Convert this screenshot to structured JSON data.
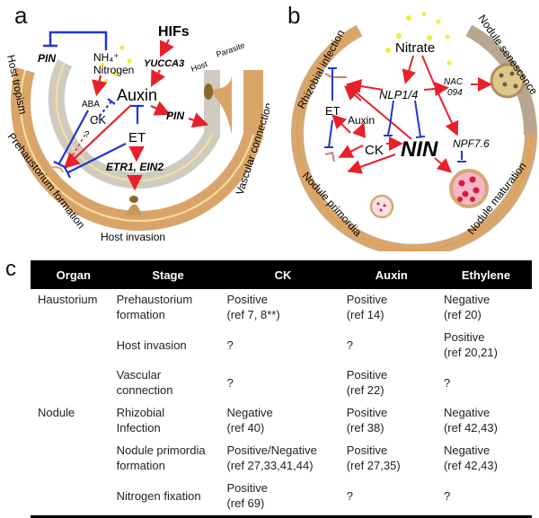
{
  "panels": {
    "a": {
      "label": "a",
      "nodes": {
        "pin_top": "PIN",
        "nh4": "NH₄⁺",
        "nitrogen": "Nitrogen",
        "hifs": "HIFs",
        "yucca3": "YUCCA3",
        "auxin": "Auxin",
        "aba": "ABA",
        "ck": "CK",
        "question": "?",
        "et": "ET",
        "pin_right": "PIN",
        "etr_ein": "ETR1, EIN2",
        "host": "Host",
        "parasite": "Parasite"
      },
      "stages": {
        "host_tropism": "Host tropism",
        "prehaustorium": "Prehaustorium formation",
        "host_invasion": "Host invasion",
        "vascular": "Vascular connection"
      }
    },
    "b": {
      "label": "b",
      "nodes": {
        "nitrate": "Nitrate",
        "nlp": "NLP1/4",
        "nac": "NAC",
        "nac_num": "094",
        "et": "ET",
        "auxin": "Auxin",
        "ck": "CK",
        "nin": "NIN",
        "npf": "NPF7.6"
      },
      "stages": {
        "rhizobial": "Rhizobial infection",
        "senescence": "Nodule senescence",
        "primordia": "Nodule primordia",
        "maturation": "Nodule maturation"
      }
    },
    "c": {
      "label": "c"
    }
  },
  "colors": {
    "activation": "#e8202a",
    "inhibition": "#1f36d6",
    "parasite_tissue": "#d9a46a",
    "host_tissue": "#cfcbc0",
    "vascular": "#f5e29a",
    "nodule_ring": "#d4a876",
    "orange_line": "#f39a2c"
  },
  "table": {
    "headers": [
      "Organ",
      "Stage",
      "CK",
      "Auxin",
      "Ethylene"
    ],
    "rows": [
      {
        "organ": "Haustorium",
        "stage": [
          "Prehaustorium",
          "formation"
        ],
        "ck": [
          "Positive",
          "(ref 7, 8**)"
        ],
        "auxin": [
          "Positive",
          "(ref 14)"
        ],
        "ethylene": [
          "Negative",
          "(ref 20)"
        ]
      },
      {
        "organ": "",
        "stage": [
          "Host invasion",
          ""
        ],
        "ck": [
          "?",
          ""
        ],
        "auxin": [
          "?",
          ""
        ],
        "ethylene": [
          "Positive",
          "(ref 20,21)"
        ]
      },
      {
        "organ": "",
        "stage": [
          "Vascular",
          "connection"
        ],
        "ck": [
          "?",
          ""
        ],
        "auxin": [
          "Positive",
          "(ref 22)"
        ],
        "ethylene": [
          "?",
          ""
        ]
      },
      {
        "organ": "Nodule",
        "stage": [
          "Rhizobial",
          "Infection"
        ],
        "ck": [
          "Negative",
          "(ref 40)"
        ],
        "auxin": [
          "Positive",
          "(ref 38)"
        ],
        "ethylene": [
          "Negative",
          "(ref 42,43)"
        ]
      },
      {
        "organ": "",
        "stage": [
          "Nodule primordia",
          "formation"
        ],
        "ck": [
          "Positive/Negative",
          "(ref 27,33,41,44)"
        ],
        "auxin": [
          "Positive",
          "(ref 27,35)"
        ],
        "ethylene": [
          "Negative",
          "(ref 42,43)"
        ]
      },
      {
        "organ": "",
        "stage": [
          "Nitrogen fixation",
          ""
        ],
        "ck": [
          "Positive",
          "(ref 69)"
        ],
        "auxin": [
          "?",
          ""
        ],
        "ethylene": [
          "?",
          ""
        ]
      }
    ]
  }
}
